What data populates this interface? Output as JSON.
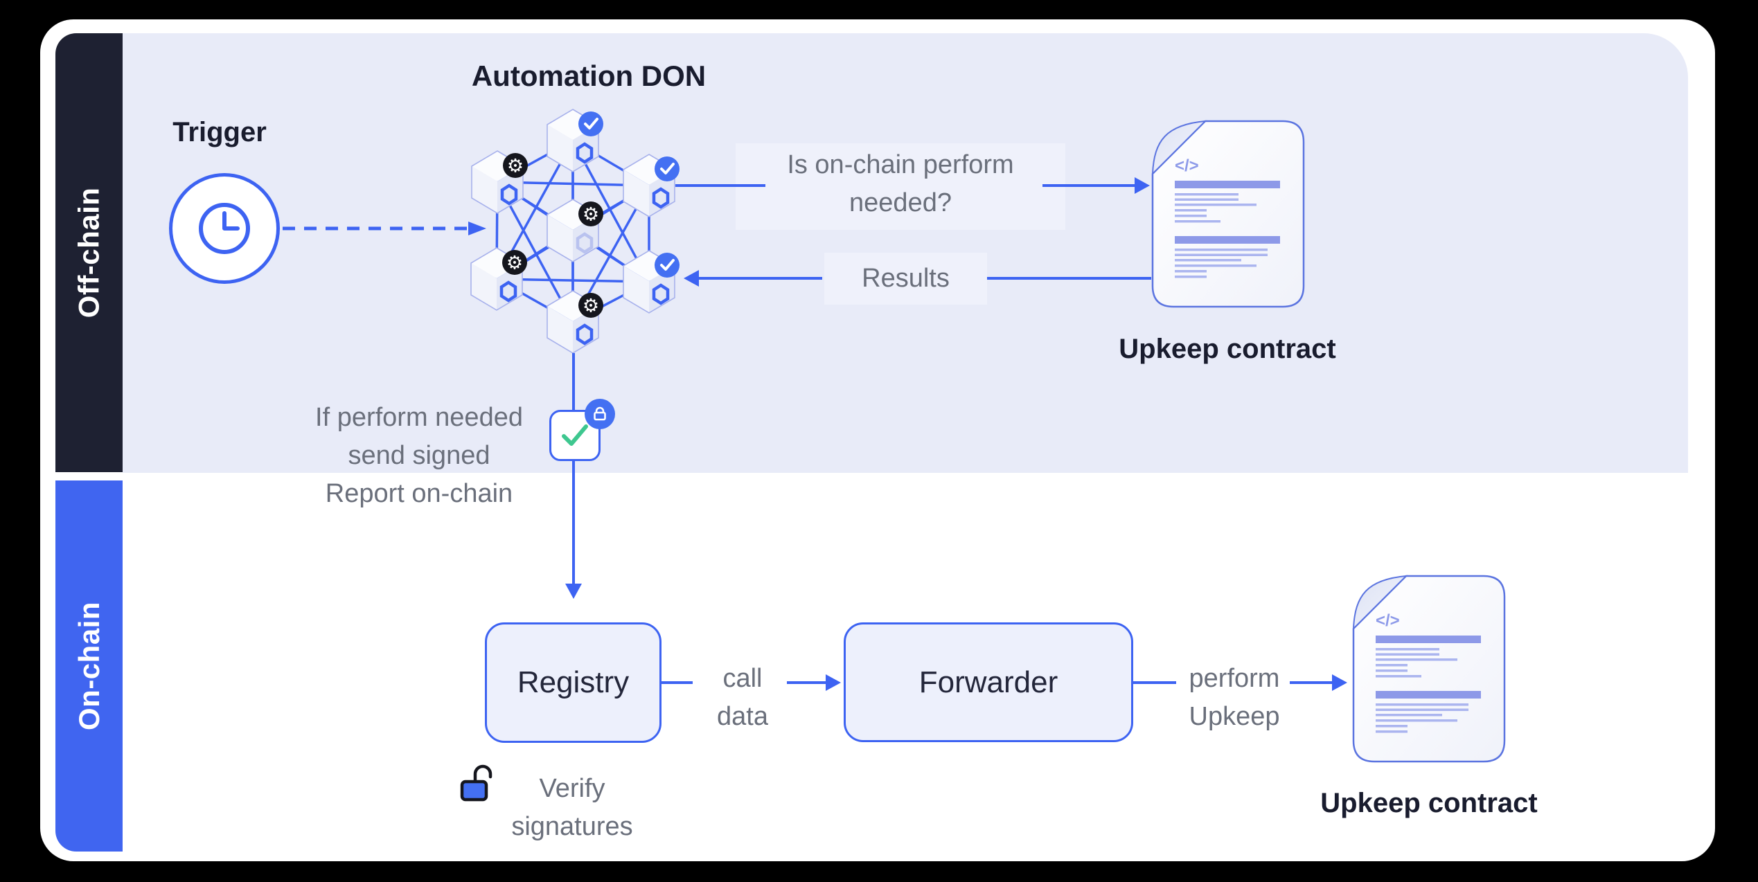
{
  "colors": {
    "accent": "#3D63F2",
    "badge_blue": "#4470F2",
    "sidebar_dark": "#1E2132",
    "sidebar_blue": "#4065F0",
    "lavender": "#E8EBF8",
    "band": "#EFF1FB",
    "gray_text": "#6A6F7B",
    "dark_text": "#191C2E",
    "green_check": "#3EC78F",
    "black_badge": "#15161D",
    "box_fill": "#EDF0FC",
    "doc_border": "#5B74E0"
  },
  "offchain": {
    "label": "Off-chain",
    "trigger_label": "Trigger",
    "don_label": "Automation DON",
    "question": "Is on-chain perform needed?",
    "results_label": "Results",
    "upkeep_label": "Upkeep contract",
    "report_note": "If perform needed send signed Report on-chain"
  },
  "onchain": {
    "label": "On-chain",
    "registry_label": "Registry",
    "verify_label": "Verify signatures",
    "call_data_label": "call data",
    "forwarder_label": "Forwarder",
    "perform_label": "perform Upkeep",
    "upkeep_label": "Upkeep contract"
  },
  "doc": {
    "code_glyph": "</>"
  },
  "icons": {
    "gear_glyph": "⚙"
  },
  "don": {
    "nodes": [
      {
        "id": "top",
        "badge": "check"
      },
      {
        "id": "top-left",
        "badge": "gear"
      },
      {
        "id": "top-right",
        "badge": "check"
      },
      {
        "id": "center",
        "badge": "gear"
      },
      {
        "id": "bottom-left",
        "badge": "gear"
      },
      {
        "id": "bottom-right",
        "badge": "check"
      },
      {
        "id": "bottom",
        "badge": "gear"
      }
    ]
  }
}
